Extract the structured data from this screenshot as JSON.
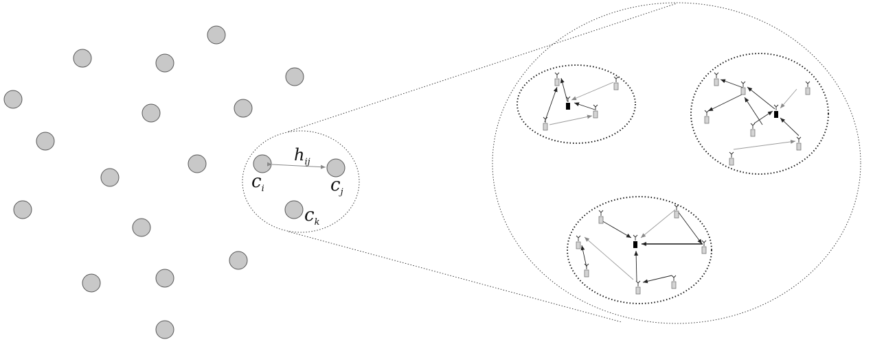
{
  "labels": {
    "h_main": "h",
    "h_sub": "ij",
    "ci_main": "c",
    "ci_sub": "i",
    "cj_main": "c",
    "cj_sub": "j",
    "ck_main": "c",
    "ck_sub": "k"
  },
  "colors": {
    "cluster_fill": "#c8c8c8",
    "cluster_stroke": "#555555",
    "node_light": "#d4d4d4",
    "node_head": "#000000"
  }
}
